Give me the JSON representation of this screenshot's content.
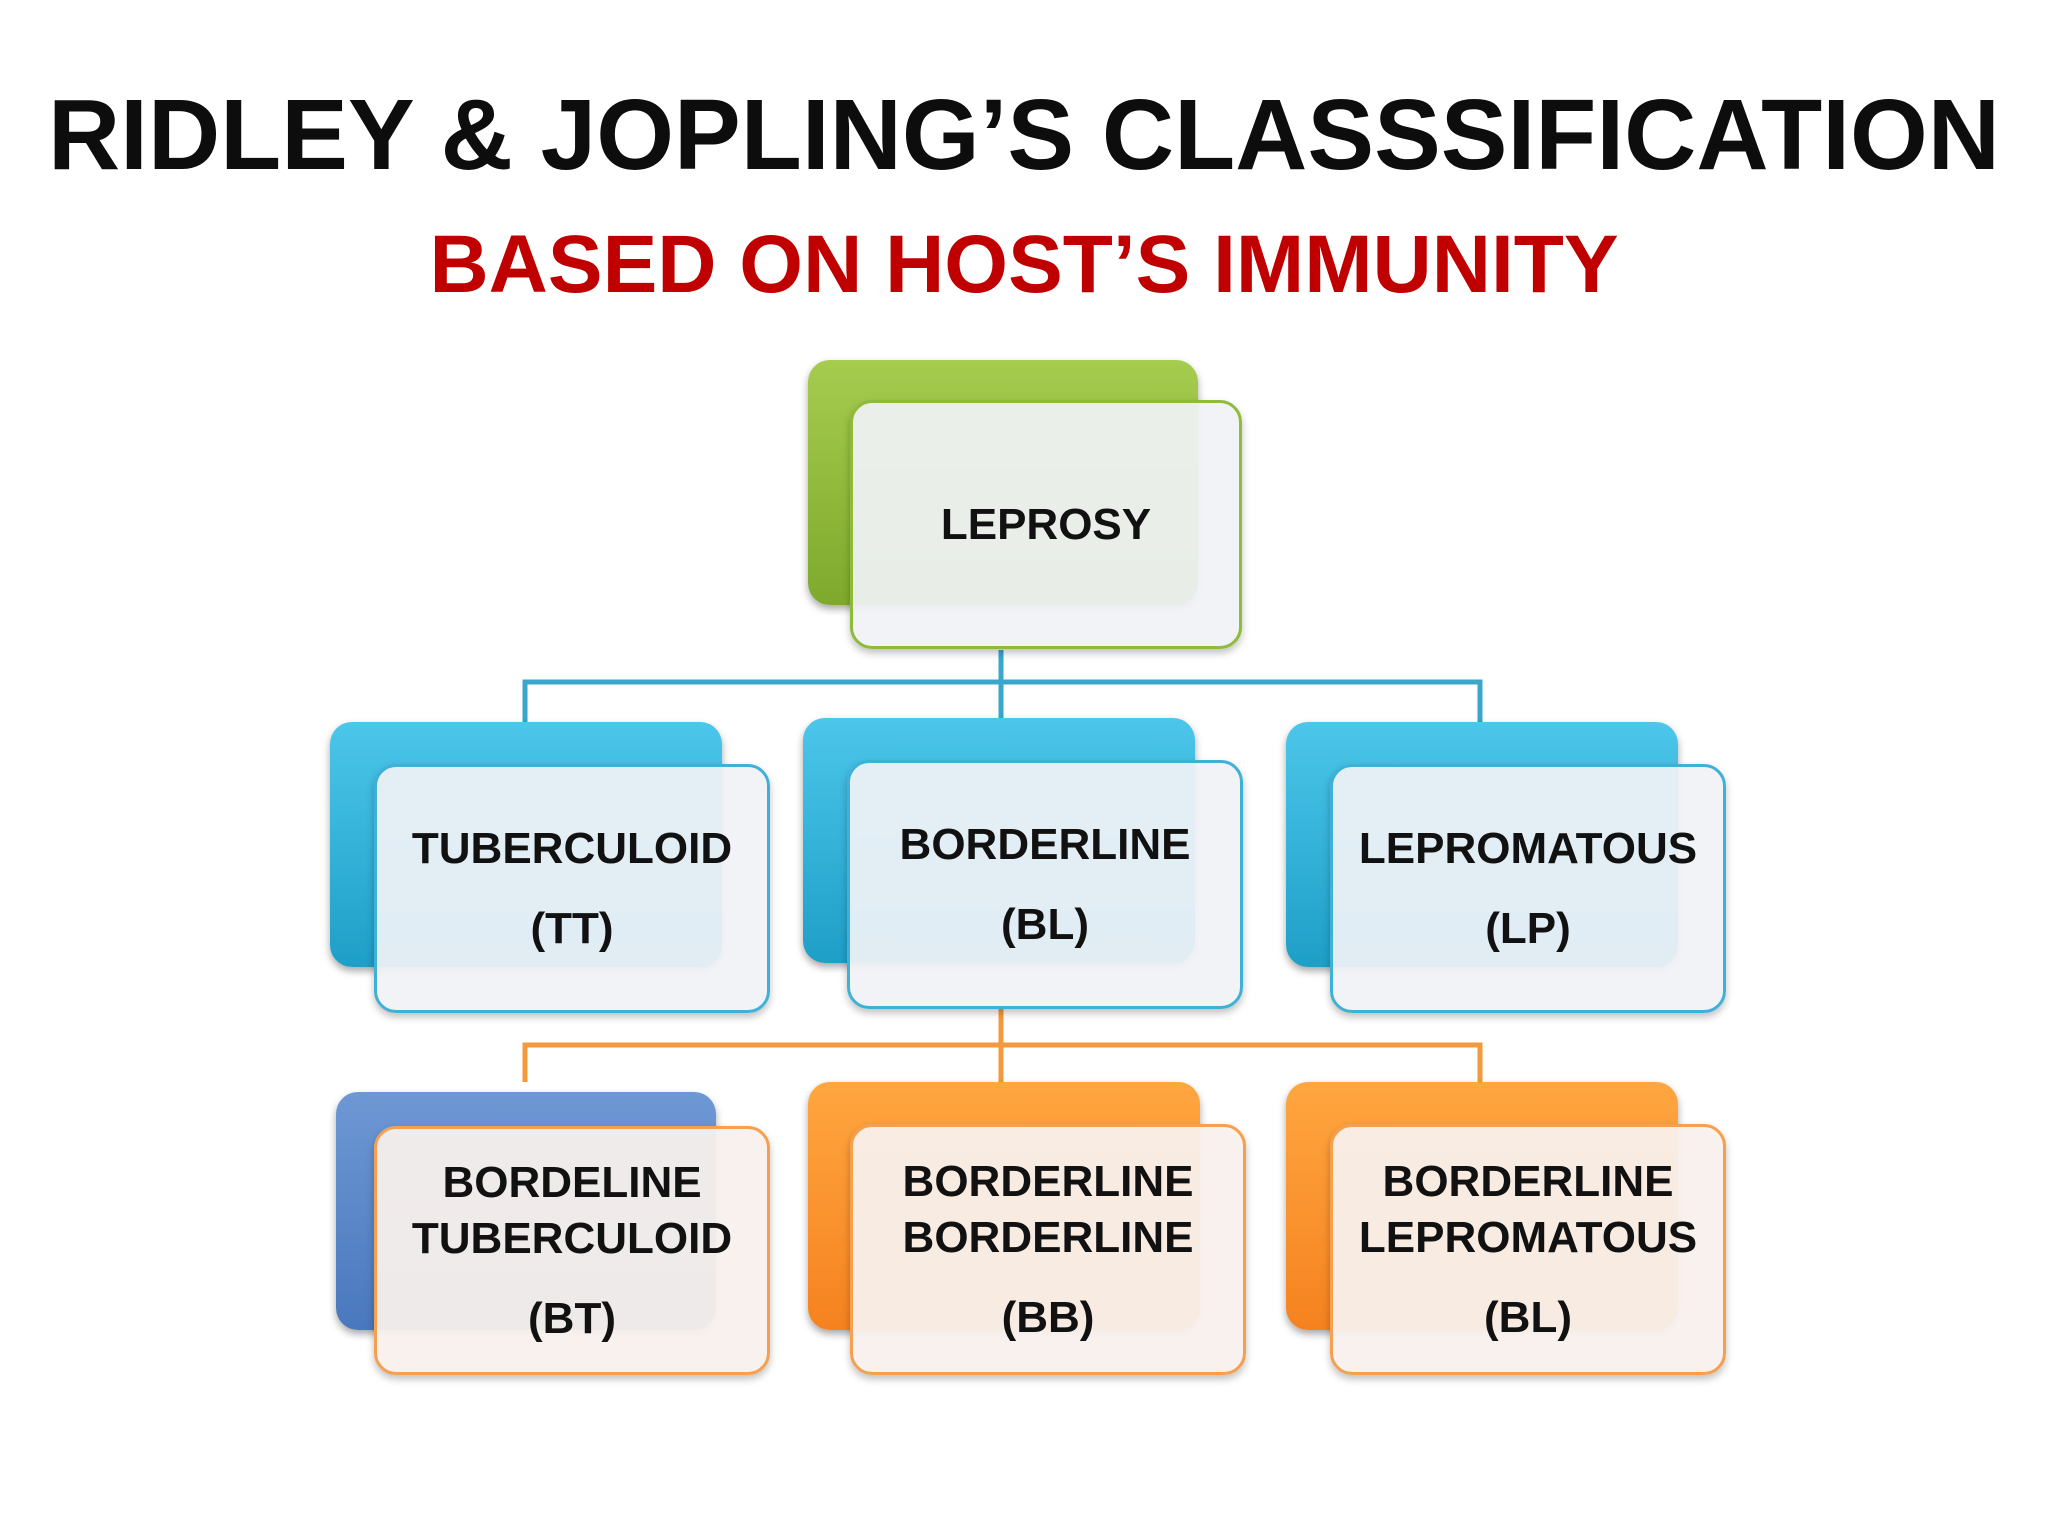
{
  "title": "RIDLEY & JOPLING’S CLASSSIFICATION",
  "subtitle": "BASED ON HOST’S IMMUNITY",
  "colors": {
    "title": "#0d0d0d",
    "subtitle": "#c00000",
    "root": "#8fbb3a",
    "level1": "#29abd8",
    "level2": "#f5821f",
    "level2_first": "#4a78be",
    "connector_blue": "#3aa6cc",
    "connector_orange": "#f39a3e"
  },
  "root": {
    "label": "LEPROSY"
  },
  "level1": [
    {
      "name": "TUBERCULOID",
      "abbr": "(TT)"
    },
    {
      "name": "BORDERLINE",
      "abbr": "(BL)"
    },
    {
      "name": "LEPROMATOUS",
      "abbr": "(LP)"
    }
  ],
  "level2": [
    {
      "line1": "BORDELINE",
      "line2": "TUBERCULOID",
      "abbr": "(BT)"
    },
    {
      "line1": "BORDERLINE",
      "line2": "BORDERLINE",
      "abbr": "(BB)"
    },
    {
      "line1": "BORDERLINE",
      "line2": "LEPROMATOUS",
      "abbr": "(BL)"
    }
  ]
}
